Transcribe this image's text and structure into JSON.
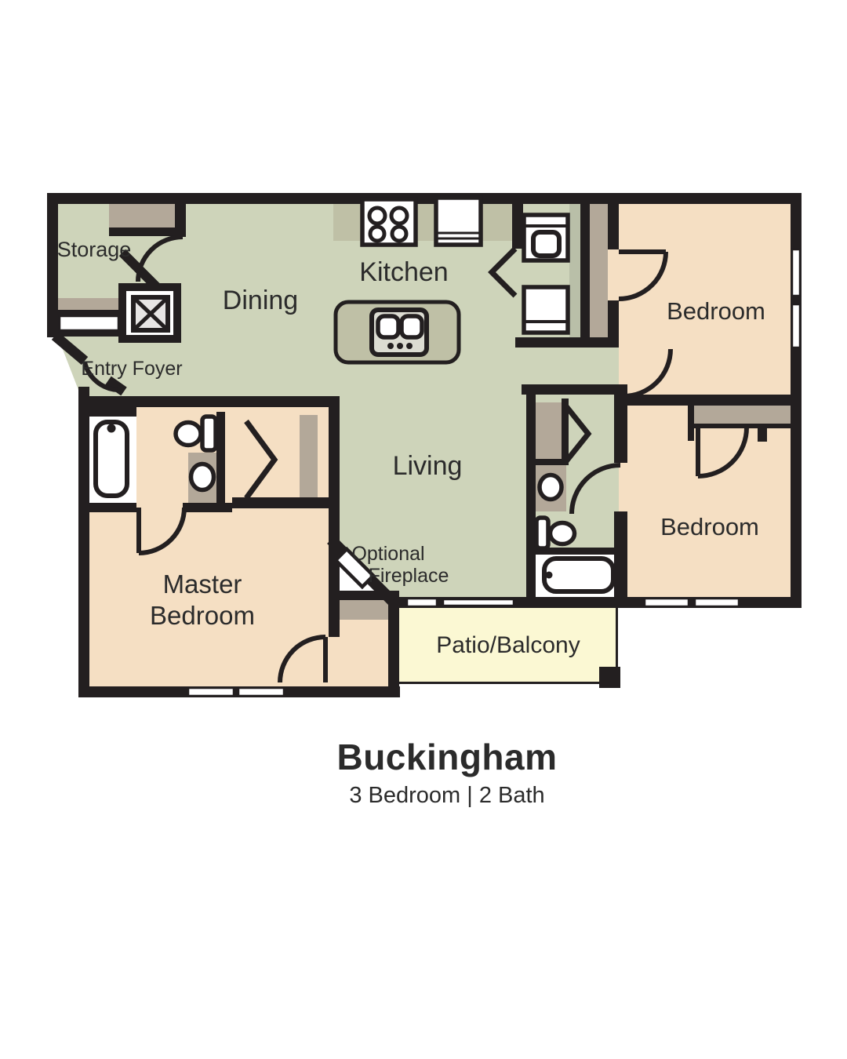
{
  "plan": {
    "title": "Buckingham",
    "subtitle": "3 Bedroom | 2 Bath",
    "rooms": {
      "storage": "Storage",
      "entry_foyer": "Entry Foyer",
      "dining": "Dining",
      "kitchen": "Kitchen",
      "living": "Living",
      "bedroom_top_right": "Bedroom",
      "bedroom_right": "Bedroom",
      "master_line1": "Master",
      "master_line2": "Bedroom",
      "fireplace_line1": "Optional",
      "fireplace_line2": "Fireplace",
      "patio": "Patio/Balcony"
    },
    "fixtures": [
      "bathtub",
      "toilet",
      "sink",
      "stove",
      "refrigerator",
      "washer",
      "dryer",
      "kitchen-island-sink",
      "water-heater-closet",
      "fireplace"
    ],
    "colors": {
      "wall": "#231f20",
      "sage": "#ced4ba",
      "tan": "#f5dfc3",
      "taupe": "#b3a899",
      "counter": "#bfc0a6",
      "sage_gray": "#b9bfa8",
      "patio": "#fbf8d3",
      "text": "#2b2b2b"
    }
  }
}
